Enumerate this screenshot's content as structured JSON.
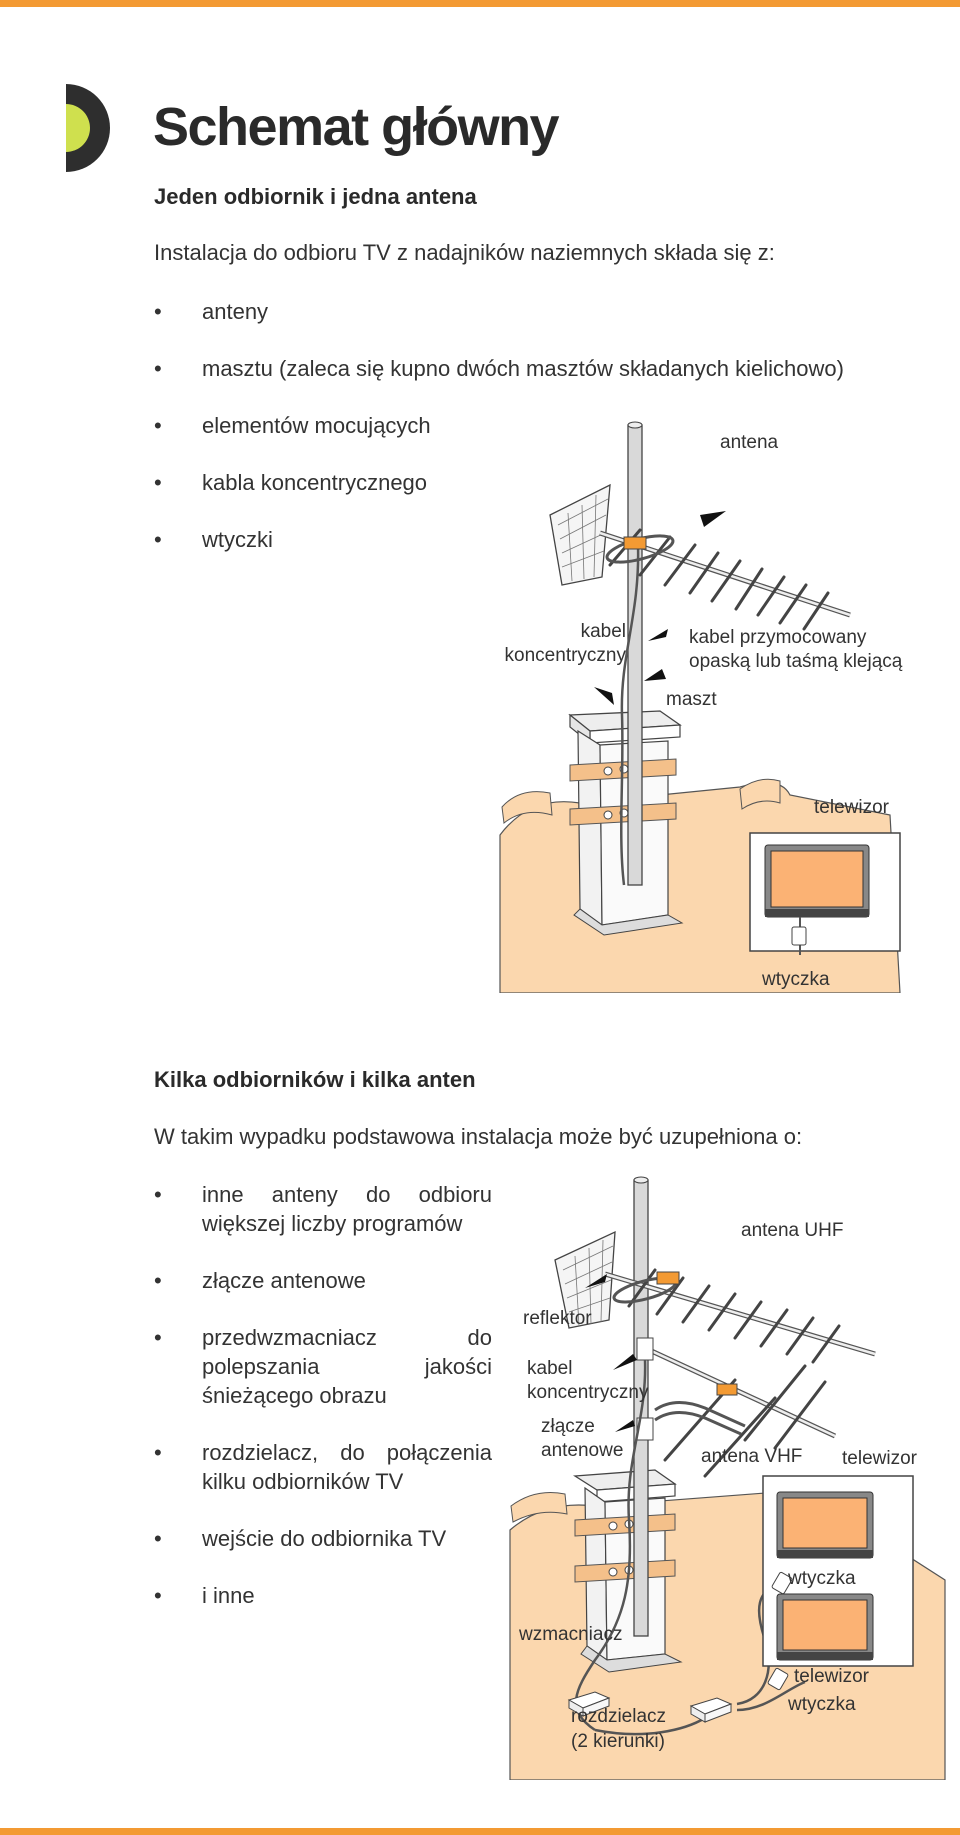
{
  "colors": {
    "accent": "#f39a33",
    "mark_lime": "#cfe04e",
    "mark_dark": "#2e2e2e",
    "roof": "#fbd7ae",
    "screen": "#fbb274"
  },
  "page": {
    "title": "Schemat główny"
  },
  "section1": {
    "subtitle": "Jeden odbiornik i jedna antena",
    "intro": "Instalacja do odbioru TV z nadajników naziemnych składa się z:",
    "bullets": [
      "anteny",
      "masztu (zaleca się kupno dwóch masztów składanych kielichowo)",
      "elementów mocujących",
      "kabla koncentrycznego",
      "wtyczki"
    ],
    "figure": {
      "antena": "antena",
      "kabel_line1": "kabel",
      "kabel_line2": "koncentryczny",
      "przymocowany_line1": "kabel przymocowany",
      "przymocowany_line2": "opaską lub taśmą klejącą",
      "maszt": "maszt",
      "telewizor": "telewizor",
      "wtyczka": "wtyczka"
    }
  },
  "section2": {
    "subtitle": "Kilka odbiorników i kilka anten",
    "intro": "W takim wypadku podstawowa instalacja może być uzupełniona o:",
    "bullets": [
      "inne anteny do odbioru większej liczby programów",
      "złącze antenowe",
      "przedwzmacniacz do polepszania jakości śnieżącego obrazu",
      "rozdzielacz, do połączenia kilku odbiorników TV",
      "wejście do odbiornika TV",
      "i inne"
    ],
    "figure": {
      "antena_uhf": "antena UHF",
      "reflektor": "reflektor",
      "kabel_line1": "kabel",
      "kabel_line2": "koncentryczny",
      "zlacze_line1": "złącze",
      "zlacze_line2": "antenowe",
      "antena_vhf": "antena VHF",
      "telewizor1": "telewizor",
      "wtyczka1": "wtyczka",
      "telewizor2": "telewizor",
      "wtyczka2": "wtyczka",
      "wzmacniacz": "wzmacniacz",
      "rozdzielacz_line1": "rozdzielacz",
      "rozdzielacz_line2": "(2 kierunki)"
    }
  }
}
